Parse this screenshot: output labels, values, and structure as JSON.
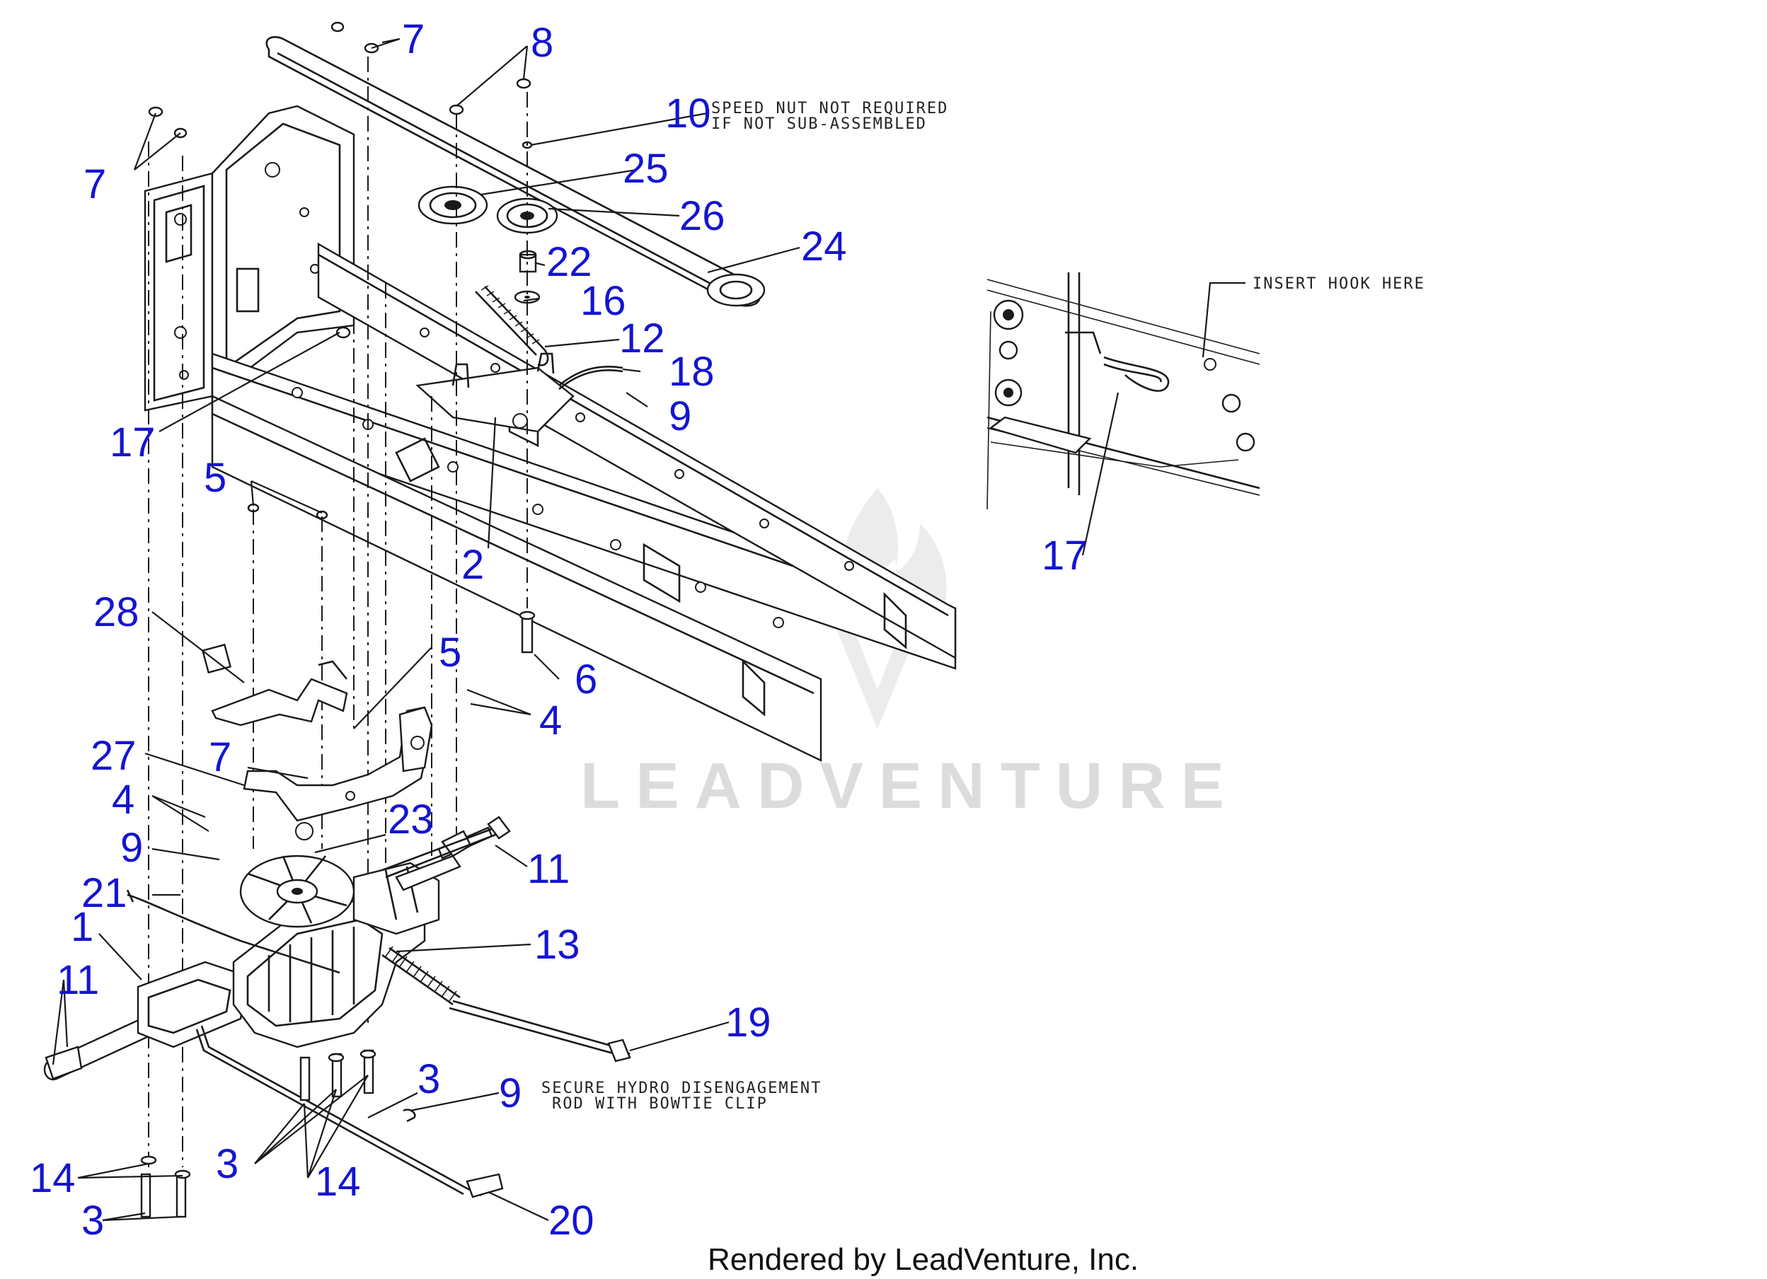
{
  "notes": {
    "speed_nut_line1": "SPEED NUT NOT REQUIRED",
    "speed_nut_line2": "IF NOT SUB-ASSEMBLED",
    "insert_hook": "INSERT HOOK HERE",
    "hydro_line1": "SECURE HYDRO DISENGAGEMENT",
    "hydro_line2": "ROD WITH BOWTIE CLIP"
  },
  "watermark": "LEADVENTURE",
  "footer": "Rendered by LeadVenture, Inc.",
  "callouts": {
    "c7a": "7",
    "c7b": "7",
    "c8": "8",
    "c10": "10",
    "c25": "25",
    "c26": "26",
    "c24": "24",
    "c22": "22",
    "c16": "16",
    "c12": "12",
    "c18": "18",
    "c9a": "9",
    "c17a": "17",
    "c5a": "5",
    "c2": "2",
    "c17b": "17",
    "c28": "28",
    "c5b": "5",
    "c6": "6",
    "c4a": "4",
    "c27": "27",
    "c7c": "7",
    "c4b": "4",
    "c23": "23",
    "c9b": "9",
    "c11a": "11",
    "c21": "21",
    "c1": "1",
    "c13": "13",
    "c11b": "11",
    "c19": "19",
    "c3a": "3",
    "c9c": "9",
    "c3b": "3",
    "c14a": "14",
    "c14b": "14",
    "c3c": "3",
    "c20": "20"
  },
  "colors": {
    "callout": "#1414d2",
    "linework": "#1a1a1a",
    "watermark": "#dcdcdc"
  }
}
